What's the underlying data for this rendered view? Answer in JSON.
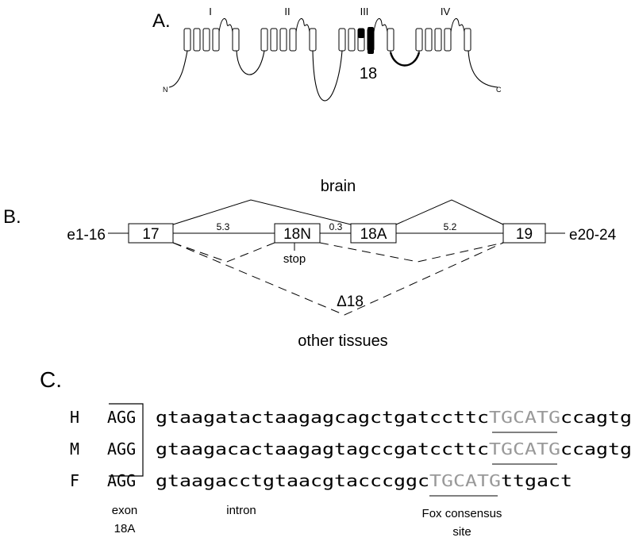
{
  "panelA": {
    "label": "A.",
    "domains": [
      "I",
      "II",
      "III",
      "IV"
    ],
    "exon_label": "18",
    "n_term": "N",
    "c_term": "C"
  },
  "panelB": {
    "label": "B.",
    "left_flank": "e1-16",
    "right_flank": "e20-24",
    "exons": [
      "17",
      "18N",
      "18A",
      "19"
    ],
    "intron_sizes": [
      "5.3",
      "0.3",
      "5.2"
    ],
    "stop_label": "stop",
    "brain_label": "brain",
    "delta_label": "Δ18",
    "other_label": "other tissues"
  },
  "panelC": {
    "label": "C.",
    "rows": [
      {
        "species": "H",
        "exon": "AGG",
        "intron_pre": "gtaagatactaagagcagctgatccttc",
        "fox": "TGCATG",
        "intron_post": "ccagtg"
      },
      {
        "species": "M",
        "exon": "AGG",
        "intron_pre": "gtaagacactaagagtagccgatccttc",
        "fox": "TGCATG",
        "intron_post": "ccagtg"
      },
      {
        "species": "F",
        "exon": "AGG",
        "intron_pre": "gtaagacctgtaacgtacccggc",
        "fox": "TGCATG",
        "intron_post": "ttgact"
      }
    ],
    "exon_caption_1": "exon",
    "exon_caption_2": "18A",
    "intron_caption": "intron",
    "fox_caption_1": "Fox consensus",
    "fox_caption_2": "site"
  },
  "colors": {
    "ink": "#000000",
    "fox_gray": "#999999"
  }
}
